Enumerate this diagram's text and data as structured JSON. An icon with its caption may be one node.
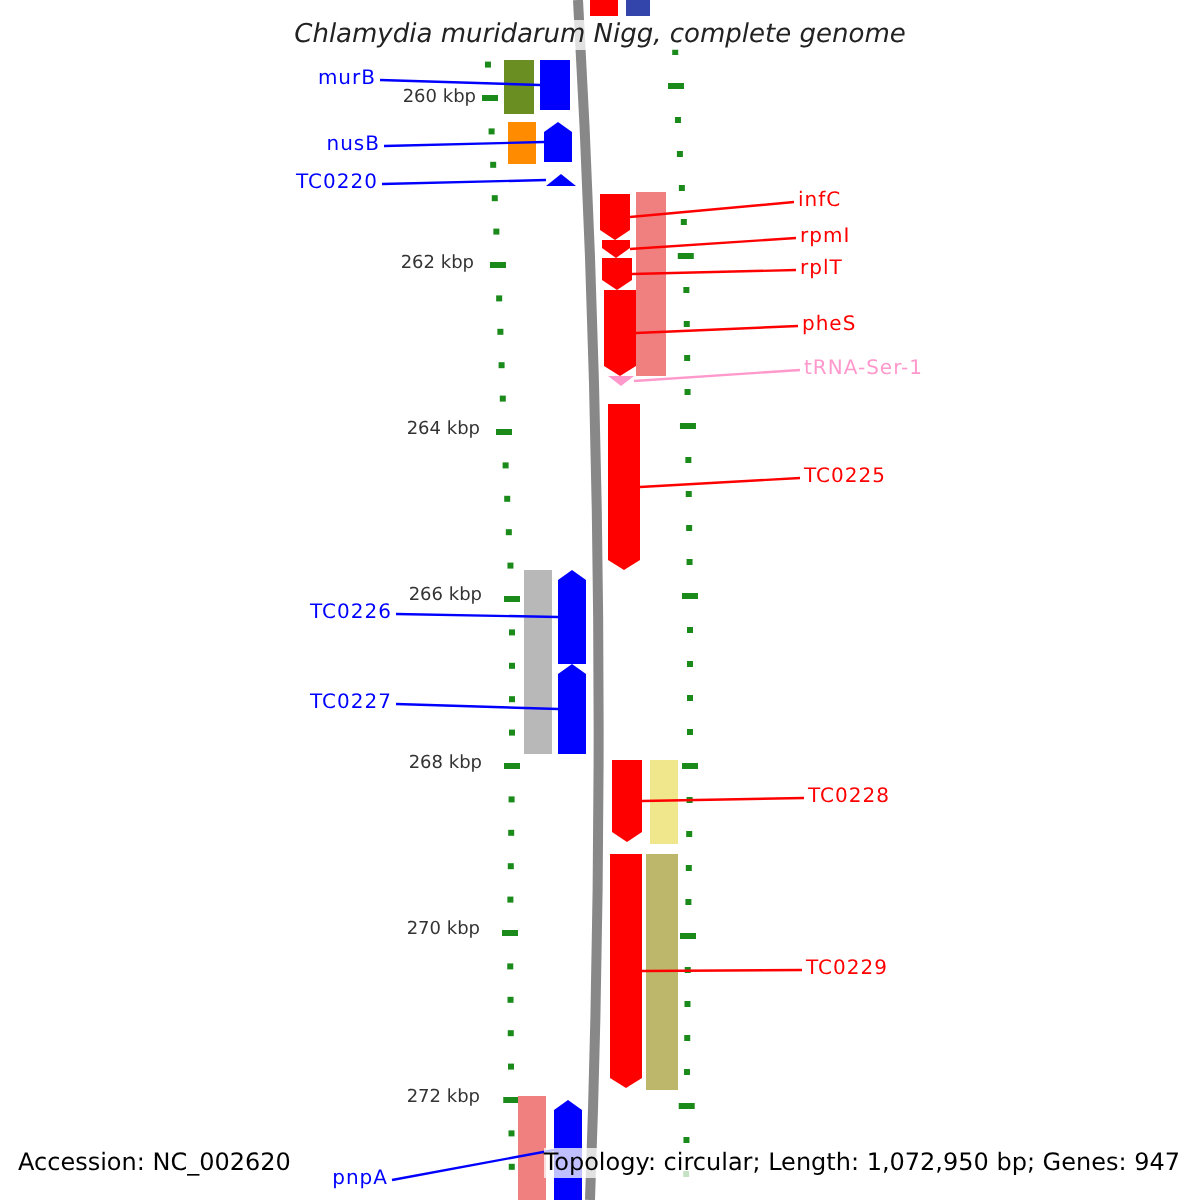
{
  "diagram": {
    "title": "Chlamydia muridarum Nigg, complete genome",
    "nodes": [
      {
        "text": [],
        "shape": "bar"
      },
      {
        "text": [],
        "shape": "bar"
      },
      {
        "text": [
          "murB"
        ]
      },
      {
        "text": [],
        "shape": "bar"
      },
      {
        "text": [],
        "shape": "bar"
      },
      {
        "text": [
          "nusB"
        ]
      },
      {
        "text": [],
        "shape": "bar"
      },
      {
        "text": [],
        "shape": "arrow"
      },
      {
        "text": [
          "TC0220"
        ]
      },
      {
        "text": [],
        "shape": "arrow"
      },
      {
        "text": [],
        "shape": "arrow"
      },
      {
        "text": [],
        "shape": "bar"
      },
      {
        "text": [
          "infC"
        ]
      },
      {
        "text": [],
        "shape": "arrow"
      },
      {
        "text": [
          "rpmI"
        ]
      },
      {
        "text": [],
        "shape": "arrow"
      },
      {
        "text": [
          "rplT"
        ]
      },
      {
        "text": [],
        "shape": "arrow"
      },
      {
        "text": [
          "pheS"
        ]
      },
      {
        "text": [],
        "shape": "arrow"
      },
      {
        "text": [
          "tRNA-Ser-1"
        ]
      },
      {
        "text": [],
        "shape": "arrow"
      },
      {
        "text": [
          "TC0225"
        ]
      },
      {
        "text": [],
        "shape": "bar"
      },
      {
        "text": [],
        "shape": "arrow"
      },
      {
        "text": [
          "TC0226"
        ]
      },
      {
        "text": [],
        "shape": "arrow"
      },
      {
        "text": [
          "TC0227"
        ]
      },
      {
        "text": [],
        "shape": "arrow"
      },
      {
        "text": [],
        "shape": "bar"
      },
      {
        "text": [
          "TC0228"
        ]
      },
      {
        "text": [],
        "shape": "arrow"
      },
      {
        "text": [],
        "shape": "bar"
      },
      {
        "text": [
          "TC0229"
        ]
      },
      {
        "text": [],
        "shape": "bar"
      },
      {
        "text": [],
        "shape": "arrow"
      },
      {
        "text": [
          "pnpA"
        ]
      }
    ],
    "edges": [
      {
        "from": 2,
        "to": 4,
        "arrow": "none",
        "color": "#0000ff"
      },
      {
        "from": 5,
        "to": 7,
        "arrow": "none",
        "color": "#0000ff"
      },
      {
        "from": 8,
        "to": 9,
        "arrow": "none",
        "color": "#0000ff"
      },
      {
        "from": 12,
        "to": 10,
        "arrow": "none"
      },
      {
        "from": 14,
        "to": 13,
        "arrow": "none"
      },
      {
        "from": 16,
        "to": 15,
        "arrow": "none"
      },
      {
        "from": 18,
        "to": 17,
        "arrow": "none"
      },
      {
        "from": 20,
        "to": 19,
        "arrow": "none",
        "color": "#ff99cc"
      },
      {
        "from": 22,
        "to": 21,
        "arrow": "none"
      },
      {
        "from": 25,
        "to": 24,
        "arrow": "none",
        "color": "#0000ff"
      },
      {
        "from": 27,
        "to": 26,
        "arrow": "none",
        "color": "#0000ff"
      },
      {
        "from": 30,
        "to": 28,
        "arrow": "none"
      },
      {
        "from": 33,
        "to": 31,
        "arrow": "none"
      },
      {
        "from": 36,
        "to": 35,
        "arrow": "none",
        "color": "#0000ff"
      }
    ],
    "labels": [
      "260 kbp",
      "262 kbp",
      "264 kbp",
      "266 kbp",
      "268 kbp",
      "270 kbp",
      "272 kbp",
      "Accession: NC_002620",
      "Topology: circular; Length: 1,072,950 bp; Genes: 947"
    ]
  }
}
